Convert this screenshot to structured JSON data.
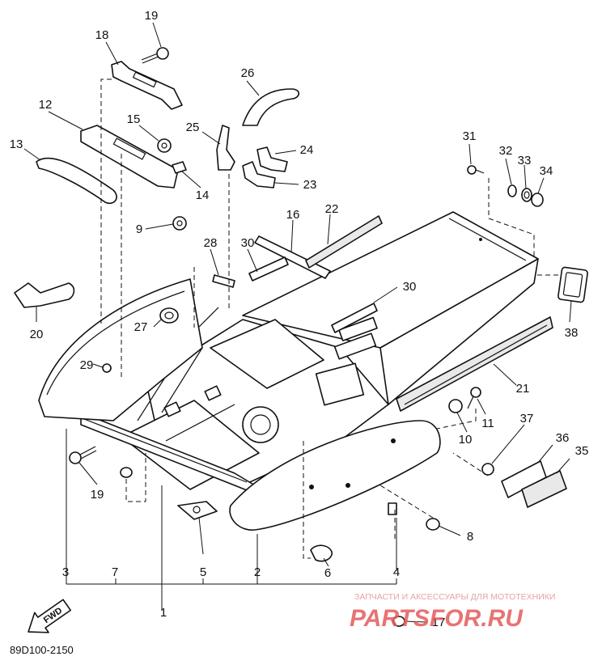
{
  "diagram": {
    "code": "89D100-2150",
    "fwd_label": "FWD",
    "watermark": {
      "caption": "ЗАПЧАСТИ И АКСЕССУАРЫ ДЛЯ МОТОТЕХНИКИ",
      "brand": "PARTSFOR.RU"
    },
    "callouts": {
      "c1": "1",
      "c2": "2",
      "c3": "3",
      "c4": "4",
      "c5": "5",
      "c6": "6",
      "c7": "7",
      "c8": "8",
      "c9": "9",
      "c10": "10",
      "c11": "11",
      "c12": "12",
      "c13": "13",
      "c14": "14",
      "c15": "15",
      "c16": "16",
      "c17": "17",
      "c18": "18",
      "c19a": "19",
      "c19b": "19",
      "c20": "20",
      "c21": "21",
      "c22": "22",
      "c23": "23",
      "c24": "24",
      "c25": "25",
      "c26": "26",
      "c27": "27",
      "c28": "28",
      "c29": "29",
      "c30a": "30",
      "c30b": "30",
      "c31": "31",
      "c32": "32",
      "c33": "33",
      "c34": "34",
      "c35": "35",
      "c36": "36",
      "c37": "37",
      "c38": "38"
    }
  }
}
